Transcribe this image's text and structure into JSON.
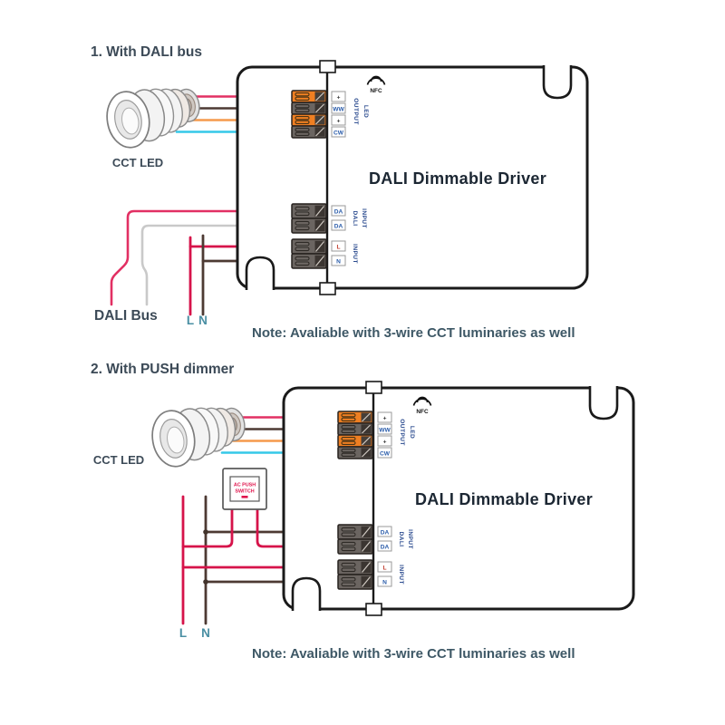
{
  "section1": {
    "title": "1. With DALI bus",
    "lamp_label": "CCT LED",
    "dali_bus_label": "DALI Bus",
    "l_label": "L",
    "n_label": "N",
    "note": "Note: Avaliable with 3-wire CCT luminaries as well"
  },
  "section2": {
    "title": "2. With PUSH dimmer",
    "lamp_label": "CCT LED",
    "switch_line1": "AC PUSH",
    "switch_line2": "SWITCH",
    "l_label": "L",
    "n_label": "N",
    "note": "Note: Avaliable with 3-wire CCT luminaries as well"
  },
  "driver": {
    "title": "DALI Dimmable Driver",
    "nfc_label": "NFC",
    "output_terminals": [
      "+",
      "WW",
      "+",
      "CW"
    ],
    "output_group": [
      "OUTPUT",
      "LED"
    ],
    "dali_terminals": [
      "DA",
      "DA"
    ],
    "dali_group": [
      "DALI",
      "INPUT"
    ],
    "mains_terminals": [
      "L",
      "N"
    ],
    "mains_group": "INPUT"
  },
  "colors": {
    "wire_pink": "#e23063",
    "wire_red": "#d6134a",
    "wire_brown": "#4d3a33",
    "wire_orange": "#f59a4c",
    "wire_cyan": "#35c8e8",
    "wire_grey": "#c9c9c9",
    "pole_orange": "#ef7f22",
    "pole_grey": "#6b6561",
    "case_stroke": "#1a1a1a",
    "terminal_text_blue": "#2a5caa",
    "terminal_text_red": "#c0392b",
    "ln_text_teal": "#4a8fa3",
    "note_text": "#3e5866",
    "driver_title_text": "#1c2733",
    "switch_text_red": "#e0144c"
  }
}
